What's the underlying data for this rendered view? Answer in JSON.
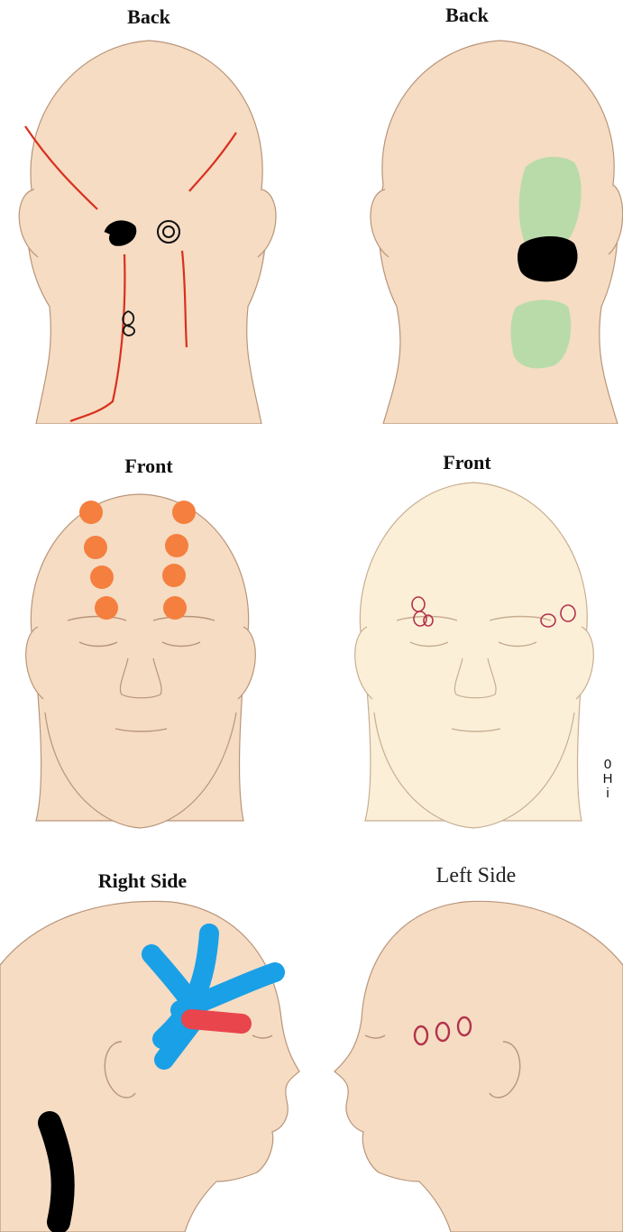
{
  "panels": {
    "back_left": {
      "title": "Back"
    },
    "back_right": {
      "title": "Back"
    },
    "front_left": {
      "title": "Front"
    },
    "front_right": {
      "title": "Front"
    },
    "right_side": {
      "title": "Right Side"
    },
    "left_side": {
      "title": "Left Side"
    }
  },
  "colors": {
    "skin": "#f5dcc3",
    "skin_light": "#fbefd8",
    "outline": "#b9957a",
    "red_line": "#d9301d",
    "black_mark": "#000000",
    "green_area": "#b9dbaa",
    "orange_dot": "#f57f3e",
    "maroon_circle": "#b3324a",
    "blue_band": "#1aa0e6",
    "red_band": "#e8454c"
  },
  "annotation_side_text": [
    "0",
    "H",
    "i"
  ]
}
